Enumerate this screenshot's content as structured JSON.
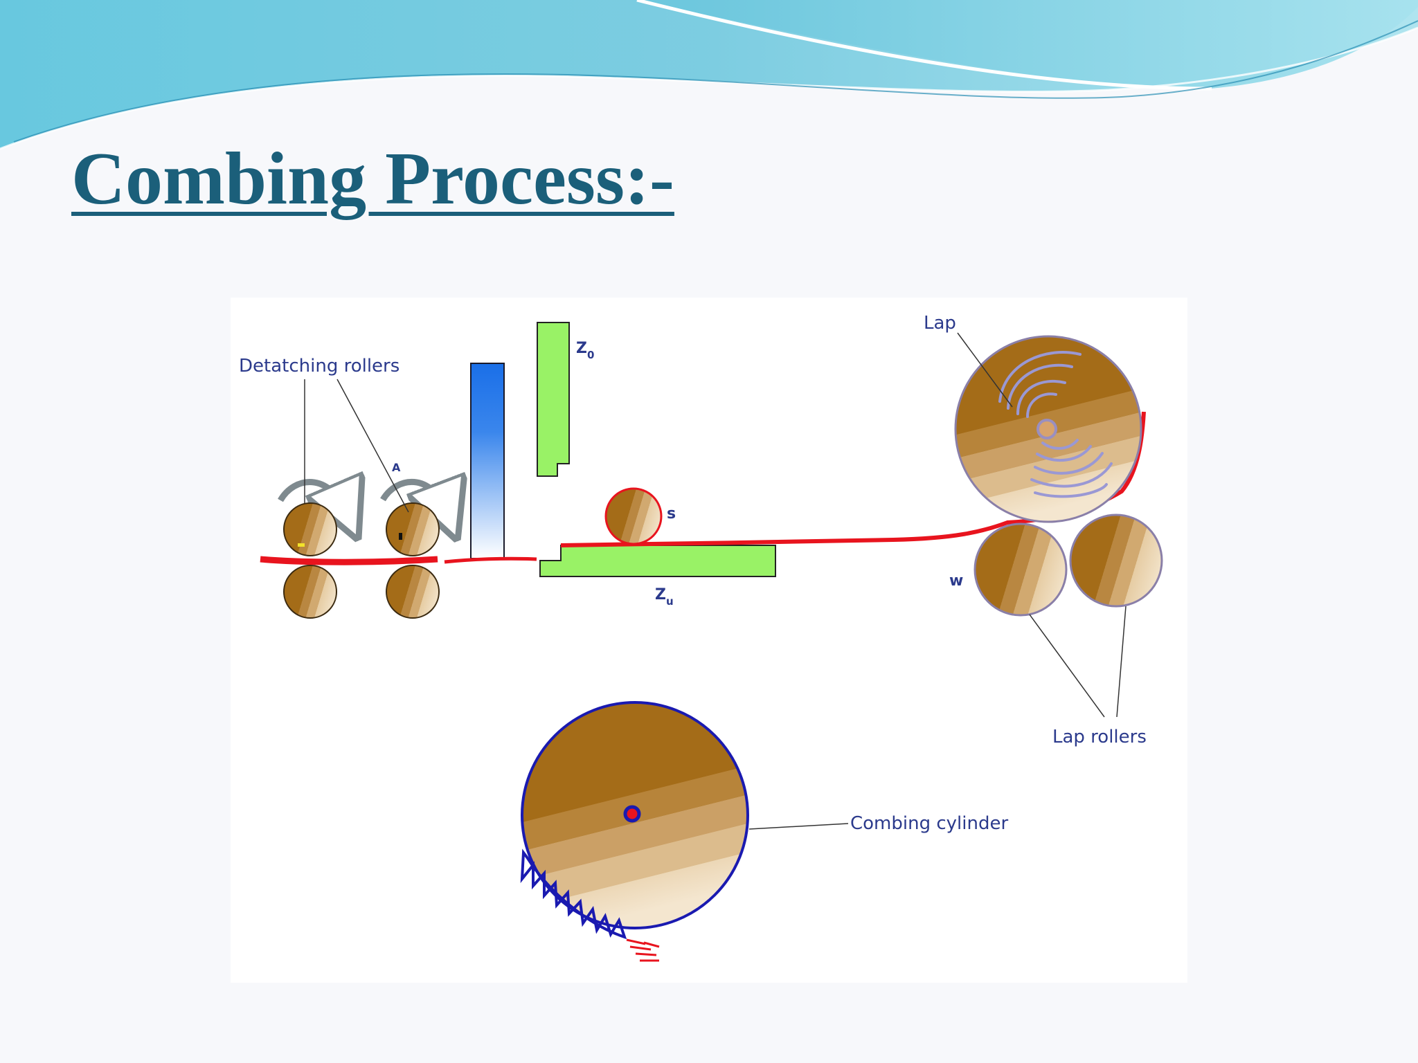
{
  "slide": {
    "title": "Combing Process:-"
  },
  "diagram": {
    "labels": {
      "detaching_rollers": "Detatching rollers",
      "a": "A",
      "z0_letter": "Z",
      "z0_sub": "0",
      "s": "s",
      "zu_letter": "Z",
      "zu_sub": "u",
      "lap": "Lap",
      "w": "w",
      "lap_rollers": "Lap rollers",
      "combing_cylinder": "Combing cylinder"
    },
    "colors": {
      "roller": "#a56f1c",
      "outline": "#1a1ab0",
      "fibre": "#e8141e",
      "green": "#99f266",
      "blue": "#1a6fe8",
      "label": "#2b3a8c"
    }
  }
}
